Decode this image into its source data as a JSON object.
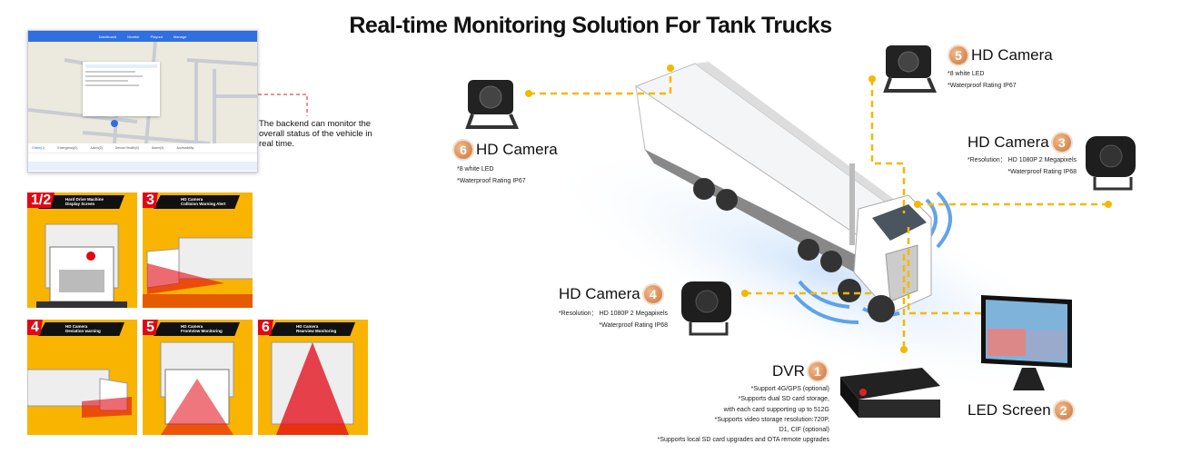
{
  "title": "Real-time Monitoring Solution For Tank Trucks",
  "dashboard": {
    "nav": [
      "Dashboard",
      "Monitor",
      "Playout",
      "Manage"
    ],
    "table_tabs": [
      "Online(1)",
      "Emergency(0)",
      "Alarm(0)",
      "Device Health(0)",
      "Alarm(0)",
      "Accessibility"
    ],
    "note": "The backend can monitor the overall status of the vehicle in real time."
  },
  "tiles": [
    {
      "num": "1/2",
      "line1": "Hard Drive Machine",
      "line2": "Display Screen"
    },
    {
      "num": "3",
      "line1": "HD Camera",
      "line2": "Collision Warning Alert"
    },
    {
      "num": "4",
      "line1": "HD Camera",
      "line2": "Deviation warning"
    },
    {
      "num": "5",
      "line1": "HD Camera",
      "line2": "Frontview Monitoring"
    },
    {
      "num": "6",
      "line1": "HD Camera",
      "line2": "Rearview Monitoring"
    }
  ],
  "components": {
    "cam6": {
      "label": "HD Camera",
      "num": "6",
      "features": [
        "*8 white LED",
        "*Waterproof Rating IP67"
      ]
    },
    "cam5": {
      "label": "HD Camera",
      "num": "5",
      "features": [
        "*8 white LED",
        "*Waterproof Rating IP67"
      ]
    },
    "cam3": {
      "label": "HD Camera",
      "num": "3",
      "features": [
        "*Resolution： HD 1080P 2 Megapixels",
        "*Waterproof Rating IP68"
      ]
    },
    "cam4": {
      "label": "HD Camera",
      "num": "4",
      "features": [
        "*Resolution： HD 1080P 2 Megapixels",
        "*Waterproof Rating IP68"
      ]
    },
    "dvr": {
      "label": "DVR",
      "num": "1",
      "features": [
        "*Support 4G/GPS (optional)",
        "*Supports dual SD card storage,",
        "with each card supporting up to 512G",
        "*Supports video storage resolution:720P,",
        "D1, CIF (optional)",
        "*Supports local SD card upgrades and OTA remote upgrades"
      ]
    },
    "led": {
      "label": "LED Screen",
      "num": "2"
    }
  },
  "colors": {
    "accent": "#f5b800",
    "tile_bg": "#f8b400",
    "badge": "#c9763e",
    "red": "#e30613",
    "glow": "#3a8ee6"
  }
}
